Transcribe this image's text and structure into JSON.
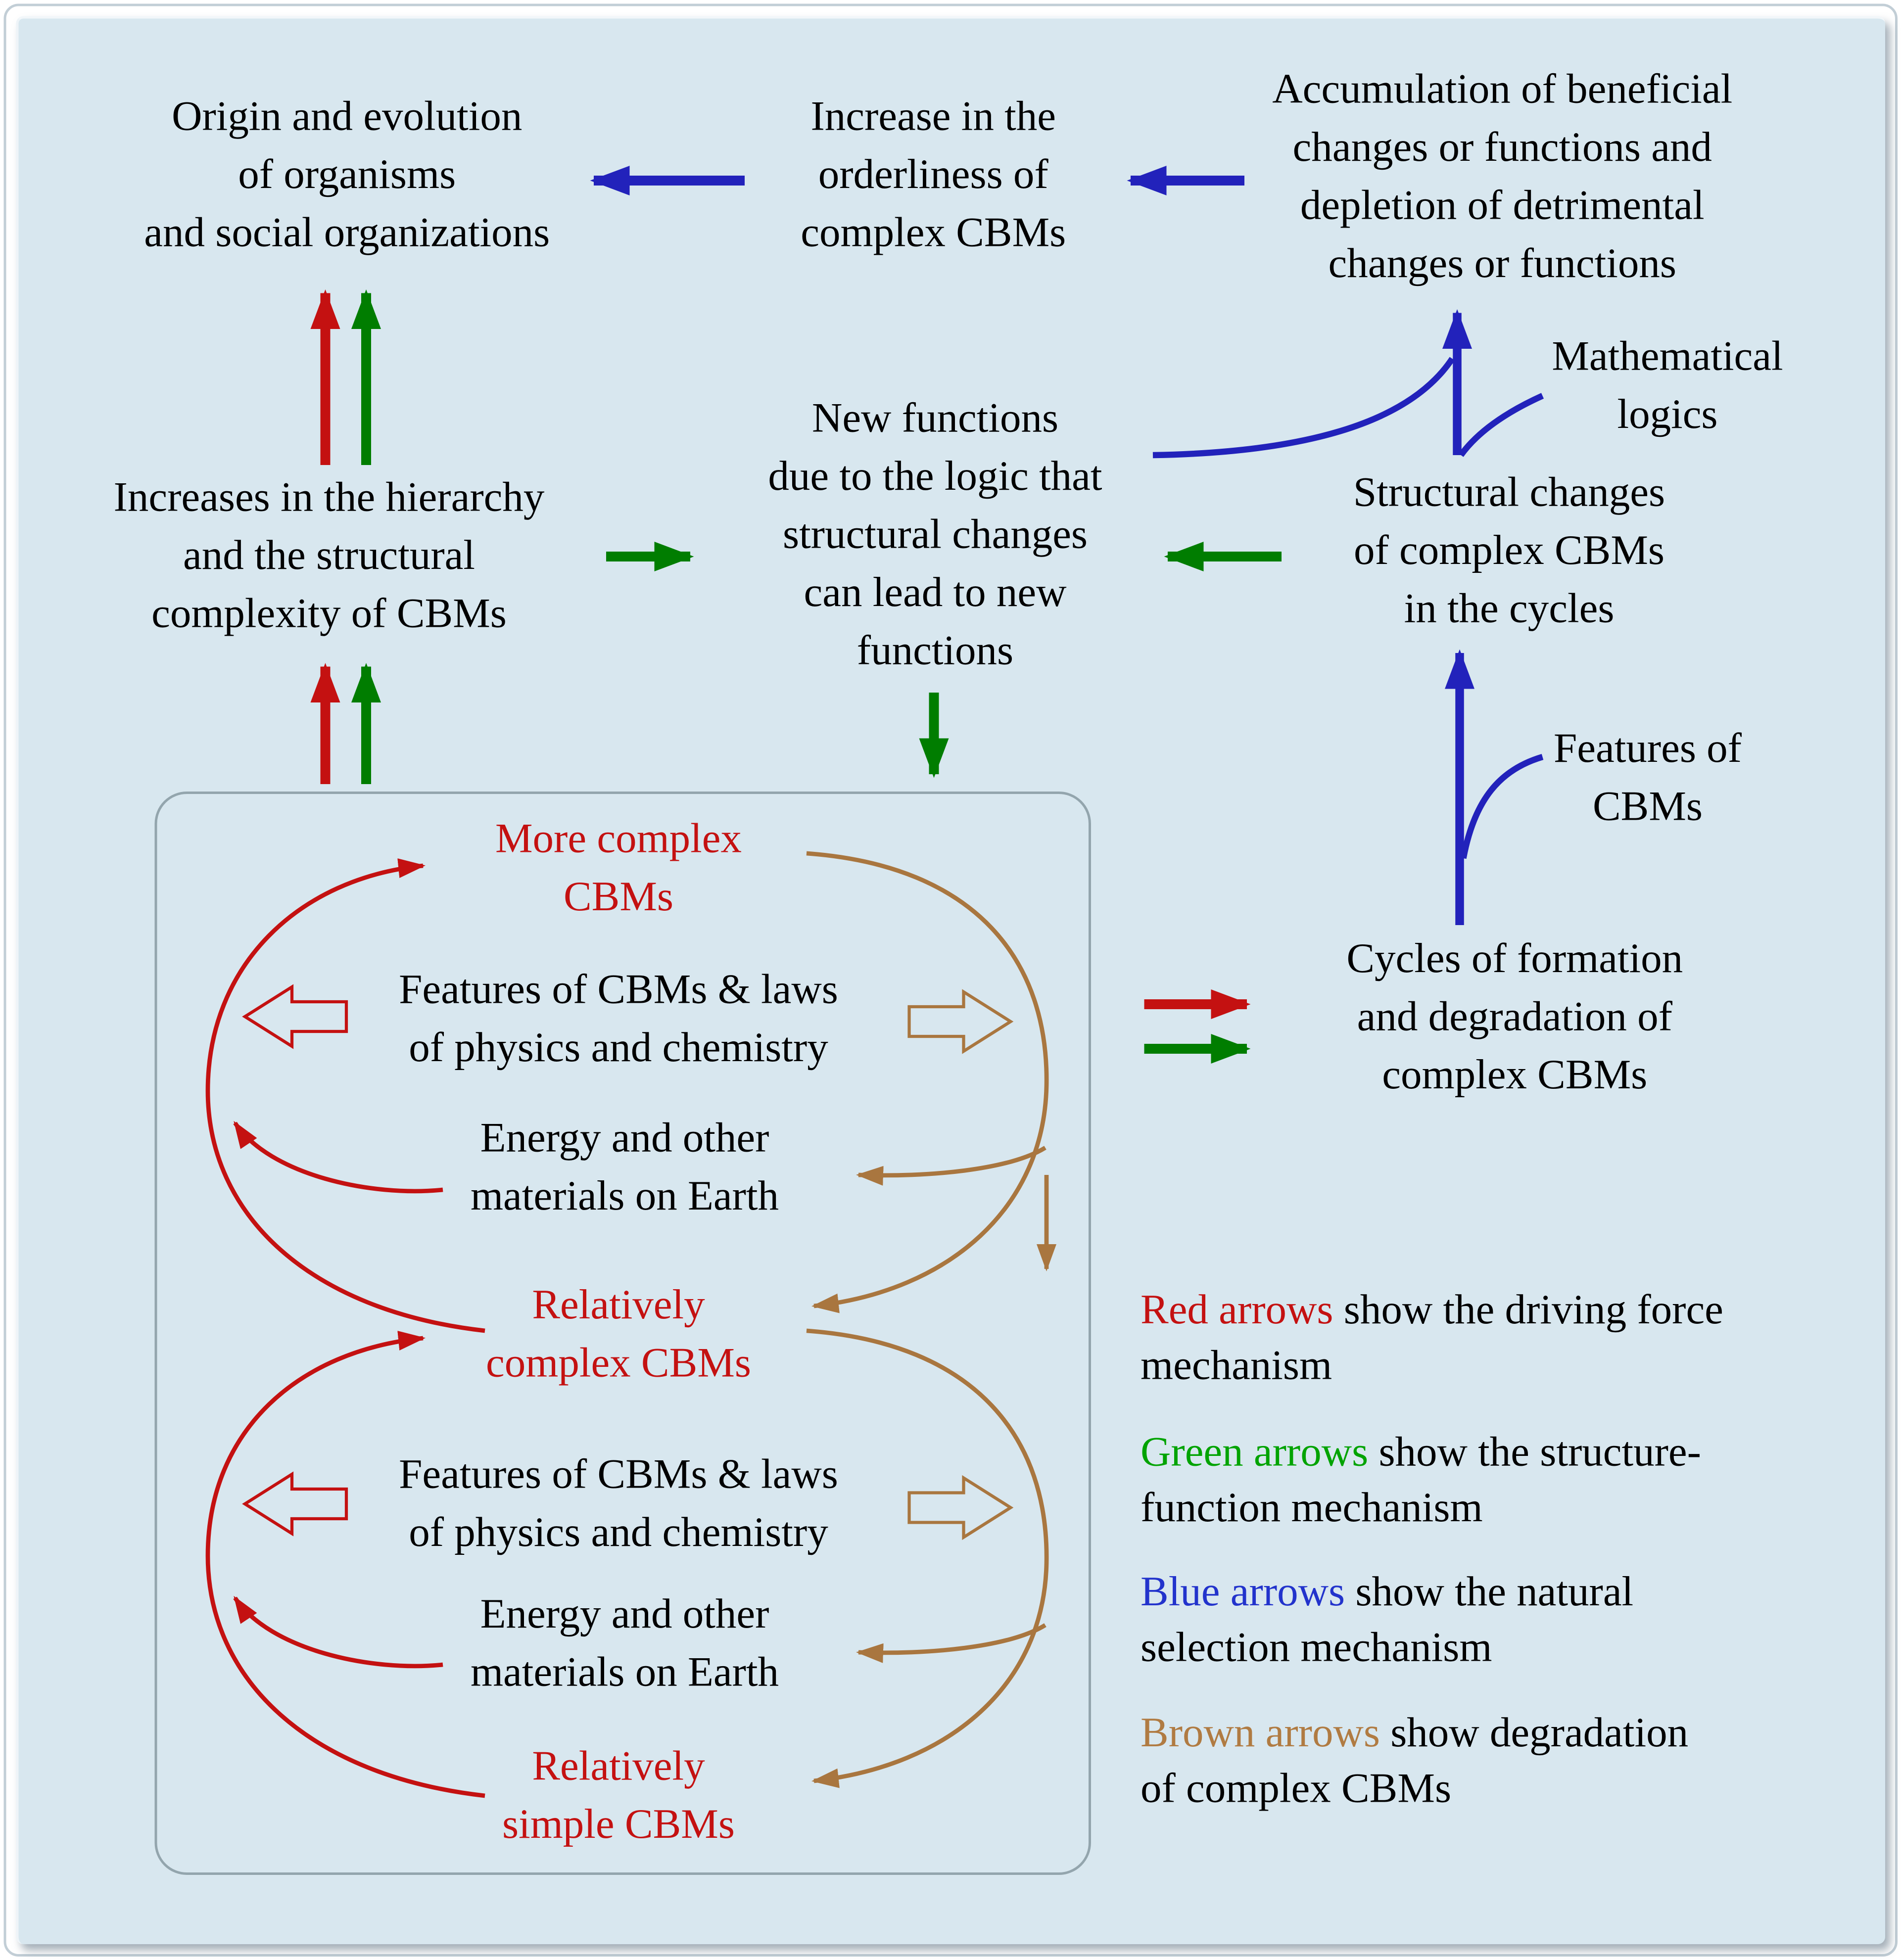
{
  "diagram": {
    "nodes": {
      "origin": "Origin and evolution\nof organisms\nand social organizations",
      "orderliness": "Increase in the\norderliness of\ncomplex CBMs",
      "accumulation": "Accumulation of beneficial\nchanges or functions and\ndepletion of detrimental\nchanges or functions",
      "math_logics": "Mathematical\nlogics",
      "new_functions": "New functions\ndue to the logic that\nstructural changes\ncan lead to new\nfunctions",
      "structural_changes": "Structural changes\nof complex CBMs\nin the cycles",
      "hierarchy": "Increases in the hierarchy\nand the structural\ncomplexity of CBMs",
      "features_cbms": "Features of\nCBMs",
      "cycles": "Cycles of formation\nand degradation of\ncomplex CBMs",
      "more_complex": "More complex\nCBMs",
      "features_laws_1": "Features of CBMs & laws\nof physics and chemistry",
      "energy_1": "Energy and other\nmaterials on Earth",
      "rel_complex": "Relatively\ncomplex CBMs",
      "features_laws_2": "Features of CBMs & laws\nof physics and chemistry",
      "energy_2": "Energy and other\nmaterials on Earth",
      "rel_simple": "Relatively\nsimple CBMs"
    },
    "legend": [
      {
        "prefix": "Red arrows",
        "rest": " show the driving force\nmechanism",
        "color": "#c41111"
      },
      {
        "prefix": "Green arrows",
        "rest": " show the structure-\nfunction mechanism",
        "color": "#00a300"
      },
      {
        "prefix": "Blue arrows",
        "rest": " show the natural\nselection mechanism",
        "color": "#2233cc"
      },
      {
        "prefix": "Brown arrows",
        "rest": " show degradation\nof complex CBMs",
        "color": "#b07b42"
      }
    ],
    "colors": {
      "red_arrow": "#c41111",
      "green_arrow": "#007d00",
      "blue_arrow": "#2222bb",
      "brown_arrow": "#a9763f",
      "red_text": "#c41111",
      "background": "#d8e7ef",
      "text": "#000000",
      "box_border": "#93a5ad"
    }
  }
}
